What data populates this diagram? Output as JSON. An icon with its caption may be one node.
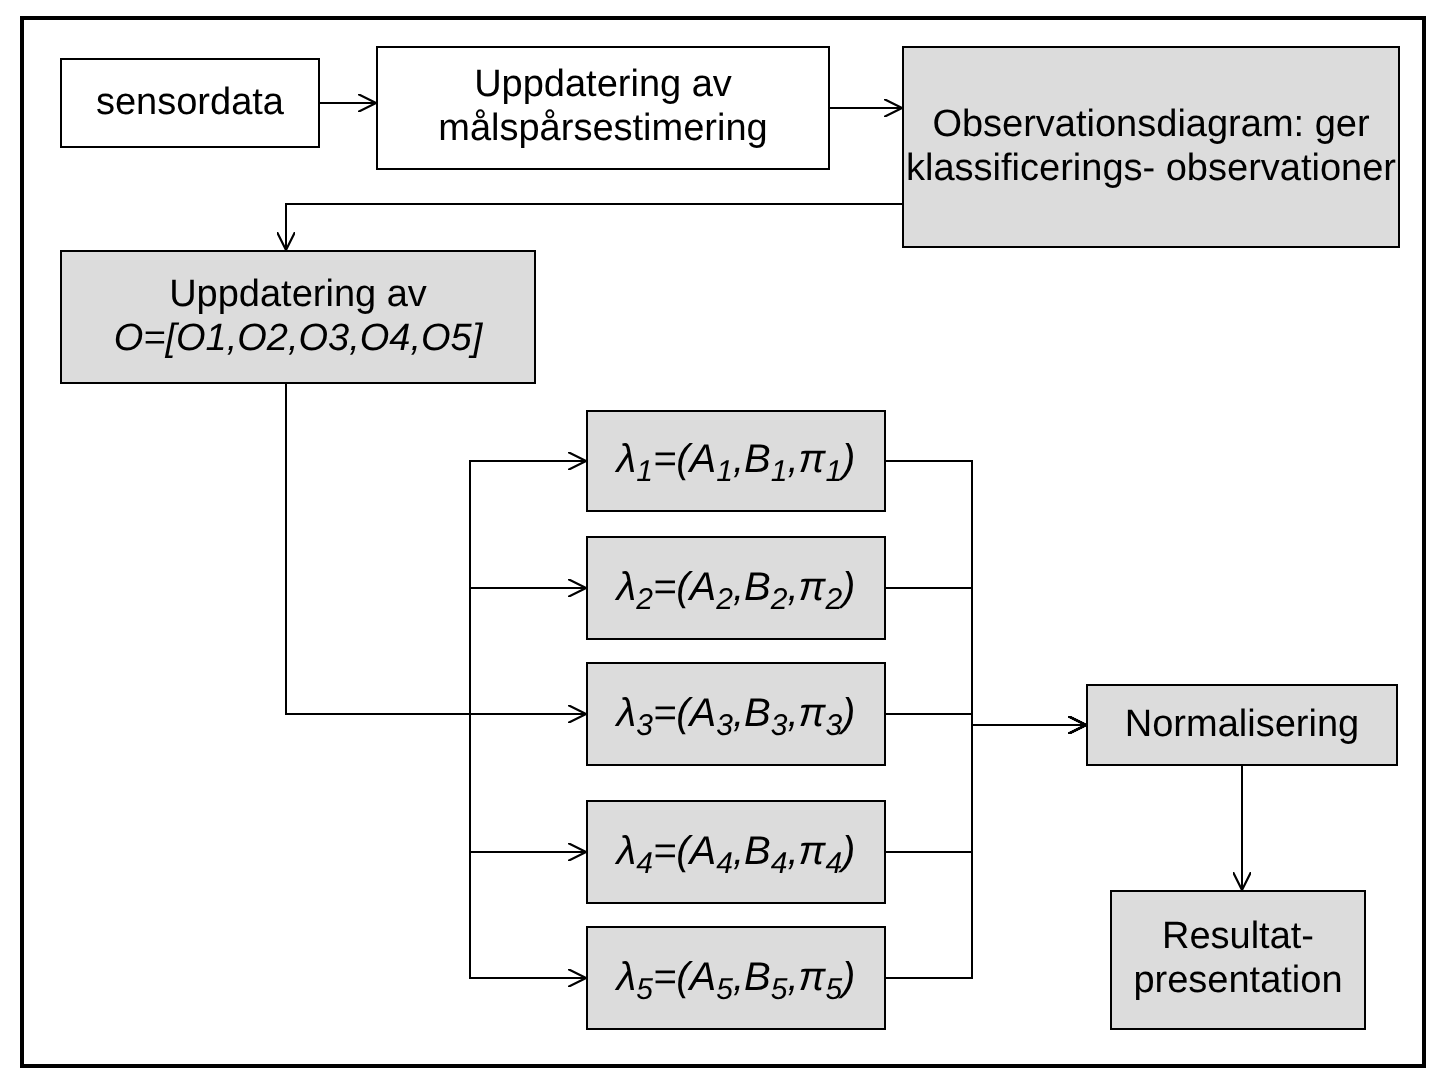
{
  "diagram": {
    "nodes": [
      {
        "text": [
          "sensordata"
        ]
      },
      {
        "text": [
          "Uppdatering av målspårsestimering"
        ]
      },
      {
        "text": [
          "Observationsdiagram: ger klassificerings- observationer"
        ]
      },
      {
        "text": [
          "Uppdatering av",
          "O=[O1,O2,O3,O4,O5]"
        ]
      },
      {
        "text": [
          "λ$_{1}$=(A$_{1}$,B$_{1}$,π$_{1}$)"
        ]
      },
      {
        "text": [
          "λ$_{2}$=(A$_{2}$,B$_{2}$,π$_{2}$)"
        ]
      },
      {
        "text": [
          "λ$_{3}$=(A$_{3}$,B$_{3}$,π$_{3}$)"
        ]
      },
      {
        "text": [
          "λ$_{4}$=(A$_{4}$,B$_{4}$,π$_{4}$)"
        ]
      },
      {
        "text": [
          "λ$_{5}$=(A$_{5}$,B$_{5}$,π$_{5}$)"
        ]
      },
      {
        "text": [
          "Normalisering"
        ]
      },
      {
        "text": [
          "Resultat- presentation"
        ]
      }
    ],
    "edges": [
      {
        "from": 0,
        "to": 1,
        "arrow": "to"
      },
      {
        "from": 1,
        "to": 2,
        "arrow": "to"
      },
      {
        "from": 2,
        "to": 3,
        "arrow": "to"
      },
      {
        "from": 3,
        "to": 4,
        "arrow": "to"
      },
      {
        "from": 3,
        "to": 5,
        "arrow": "to"
      },
      {
        "from": 3,
        "to": 6,
        "arrow": "to"
      },
      {
        "from": 3,
        "to": 7,
        "arrow": "to"
      },
      {
        "from": 3,
        "to": 8,
        "arrow": "to"
      },
      {
        "from": 4,
        "to": 9,
        "arrow": "to"
      },
      {
        "from": 5,
        "to": 9,
        "arrow": "to"
      },
      {
        "from": 6,
        "to": 9,
        "arrow": "to"
      },
      {
        "from": 7,
        "to": 9,
        "arrow": "to"
      },
      {
        "from": 8,
        "to": 9,
        "arrow": "to"
      },
      {
        "from": 9,
        "to": 10,
        "arrow": "to"
      }
    ]
  }
}
